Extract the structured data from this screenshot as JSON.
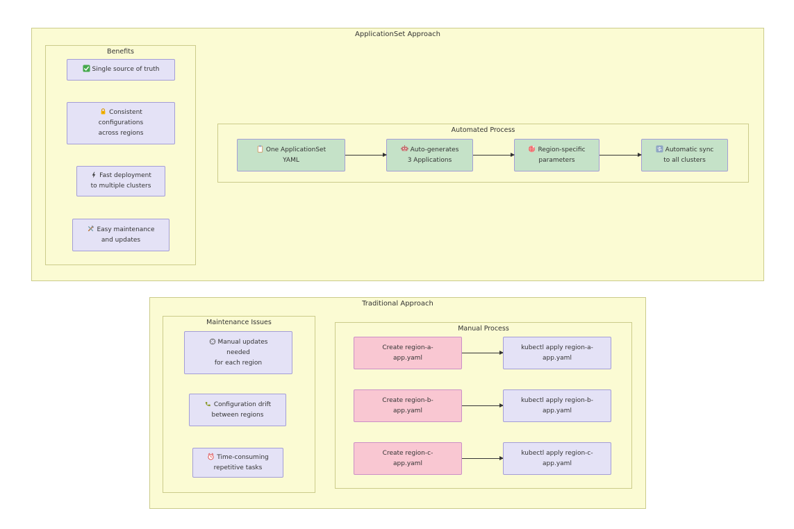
{
  "appset": {
    "title": "ApplicationSet Approach",
    "benefits": {
      "title": "Benefits",
      "items": [
        {
          "icon": "check-icon",
          "label": "Single source of truth"
        },
        {
          "icon": "lock-icon",
          "label": "Consistent\nconfigurations\nacross regions"
        },
        {
          "icon": "lightning-icon",
          "label": "Fast deployment\nto multiple clusters"
        },
        {
          "icon": "tools-icon",
          "label": "Easy maintenance\nand updates"
        }
      ]
    },
    "automated_process": {
      "title": "Automated Process",
      "steps": [
        {
          "icon": "clipboard-icon",
          "label": "One ApplicationSet\nYAML"
        },
        {
          "icon": "robot-icon",
          "label": "Auto-generates\n3 Applications"
        },
        {
          "icon": "globe-icon",
          "label": "Region-specific\nparameters"
        },
        {
          "icon": "sync-icon",
          "label": "Automatic sync\nto all clusters"
        }
      ]
    }
  },
  "traditional": {
    "title": "Traditional Approach",
    "maintenance_issues": {
      "title": "Maintenance Issues",
      "items": [
        {
          "icon": "refresh-icon",
          "label": "Manual updates\nneeded\nfor each region"
        },
        {
          "icon": "phone-icon",
          "label": "Configuration drift\nbetween regions"
        },
        {
          "icon": "alarm-clock-icon",
          "label": "Time-consuming\nrepetitive tasks"
        }
      ]
    },
    "manual_process": {
      "title": "Manual Process",
      "rows": [
        {
          "create": "Create region-a-\napp.yaml",
          "apply": "kubectl apply region-a-\napp.yaml"
        },
        {
          "create": "Create region-b-\napp.yaml",
          "apply": "kubectl apply region-b-\napp.yaml"
        },
        {
          "create": "Create region-c-\napp.yaml",
          "apply": "kubectl apply region-c-\napp.yaml"
        }
      ]
    }
  },
  "colors": {
    "container_fill": "#fbfbd3",
    "container_border": "#cbcb8a",
    "benefit_fill": "#e4e2f6",
    "benefit_border": "#a39dd6",
    "step_fill": "#c5e2c8",
    "pink_fill": "#f9c7d2",
    "pink_border": "#cb8fc6",
    "text": "#333333",
    "arrow": "#333333"
  }
}
